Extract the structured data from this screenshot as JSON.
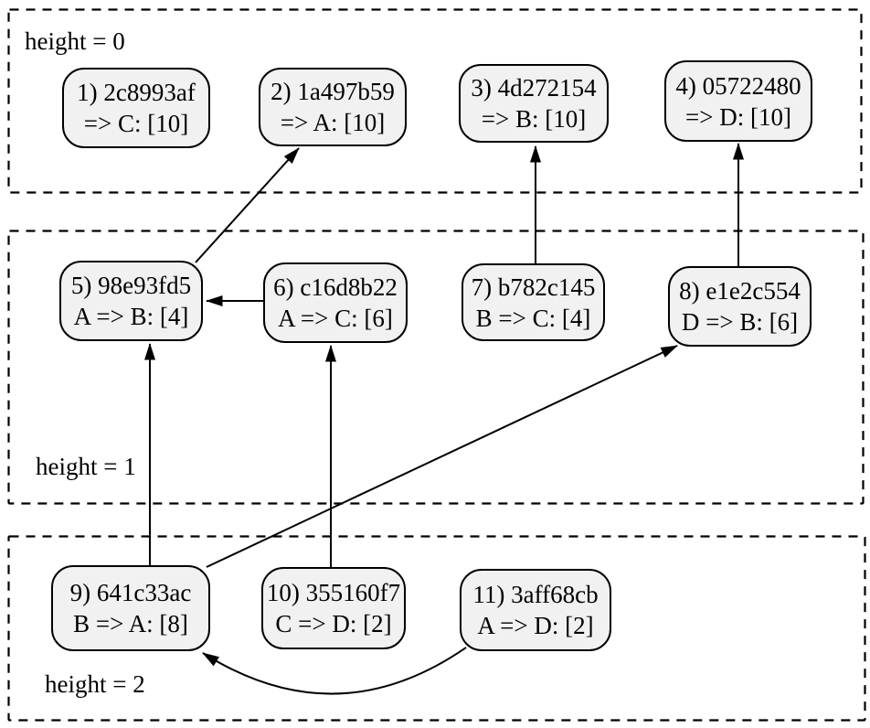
{
  "diagram": {
    "type": "layered-dag",
    "bands": [
      {
        "label": "height = 0"
      },
      {
        "label": "height = 1"
      },
      {
        "label": "height = 2"
      }
    ],
    "nodes": [
      {
        "id": 1,
        "height": 0,
        "line1": "1) 2c8993af",
        "line2": "=> C: [10]"
      },
      {
        "id": 2,
        "height": 0,
        "line1": "2) 1a497b59",
        "line2": "=> A: [10]"
      },
      {
        "id": 3,
        "height": 0,
        "line1": "3) 4d272154",
        "line2": "=> B: [10]"
      },
      {
        "id": 4,
        "height": 0,
        "line1": "4) 05722480",
        "line2": "=> D: [10]"
      },
      {
        "id": 5,
        "height": 1,
        "line1": "5) 98e93fd5",
        "line2": "A => B: [4]"
      },
      {
        "id": 6,
        "height": 1,
        "line1": "6) c16d8b22",
        "line2": "A => C: [6]"
      },
      {
        "id": 7,
        "height": 1,
        "line1": "7) b782c145",
        "line2": "B => C: [4]"
      },
      {
        "id": 8,
        "height": 1,
        "line1": "8) e1e2c554",
        "line2": "D => B: [6]"
      },
      {
        "id": 9,
        "height": 2,
        "line1": "9) 641c33ac",
        "line2": "B => A: [8]"
      },
      {
        "id": 10,
        "height": 2,
        "line1": "10) 355160f7",
        "line2": "C => D: [2]"
      },
      {
        "id": 11,
        "height": 2,
        "line1": "11) 3aff68cb",
        "line2": "A => D: [2]"
      }
    ],
    "edges": [
      {
        "from": 5,
        "to": 2
      },
      {
        "from": 6,
        "to": 5
      },
      {
        "from": 7,
        "to": 3
      },
      {
        "from": 8,
        "to": 4
      },
      {
        "from": 9,
        "to": 5
      },
      {
        "from": 10,
        "to": 6
      },
      {
        "from": 9,
        "to": 8
      },
      {
        "from": 11,
        "to": 9
      }
    ],
    "colors": {
      "background": "#ffffff",
      "node_fill": "#f1f1f1",
      "node_border": "#000000",
      "edge": "#000000",
      "text": "#000000"
    }
  }
}
